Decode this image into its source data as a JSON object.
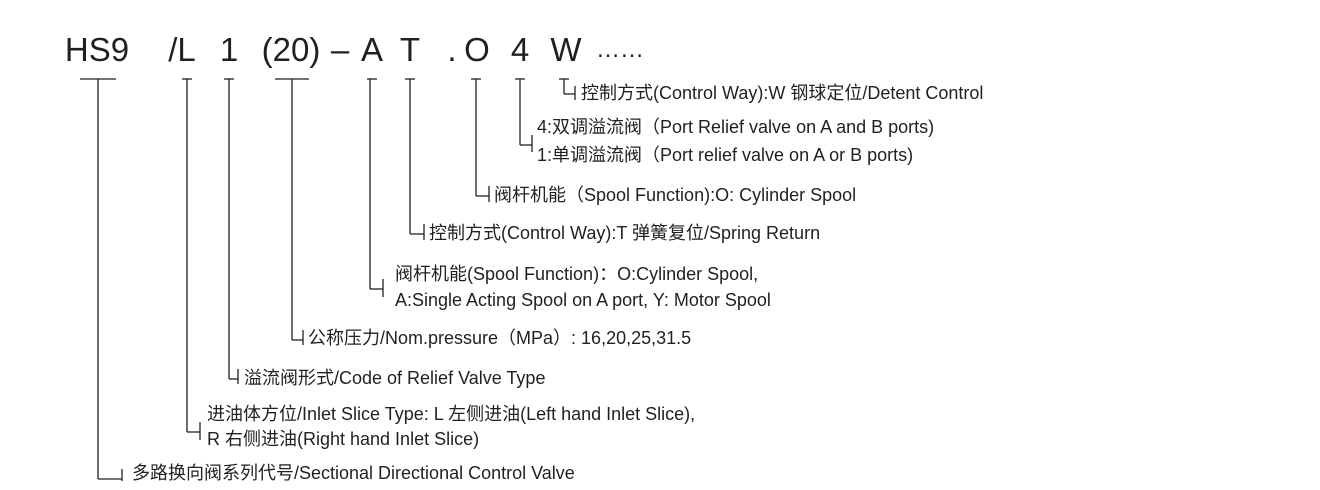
{
  "code": {
    "series": "HS9",
    "slash_inlet": "/L",
    "relief": "1",
    "pressure": "(20)",
    "dash": "–",
    "spool": "A",
    "control": "T",
    "dot": ".",
    "spool2": "O",
    "relief2": "4",
    "control2": "W",
    "ellipsis": "……"
  },
  "labels": {
    "control_way_w": "控制方式(Control Way):W 钢球定位/Detent Control",
    "relief_4": "4:双调溢流阀（Port Relief valve on A and B ports)",
    "relief_1": "1:单调溢流阀（Port relief valve on A or B ports)",
    "spool_o": "阀杆机能（Spool Function):O: Cylinder Spool",
    "control_way_t": "控制方式(Control Way):T 弹簧复位/Spring Return",
    "spool_a_line1": "阀杆机能(Spool Function)：O:Cylinder Spool,",
    "spool_a_line2": "A:Single Acting Spool on A port, Y: Motor Spool",
    "pressure": "公称压力/Nom.pressure（MPa）: 16,20,25,31.5",
    "relief_type": "溢流阀形式/Code of Relief Valve Type",
    "inlet_line1": "进油体方位/Inlet Slice Type: L 左侧进油(Left hand Inlet Slice),",
    "inlet_line2": "R 右侧进油(Right hand Inlet Slice)",
    "series": "多路换向阀系列代号/Sectional Directional Control Valve"
  }
}
